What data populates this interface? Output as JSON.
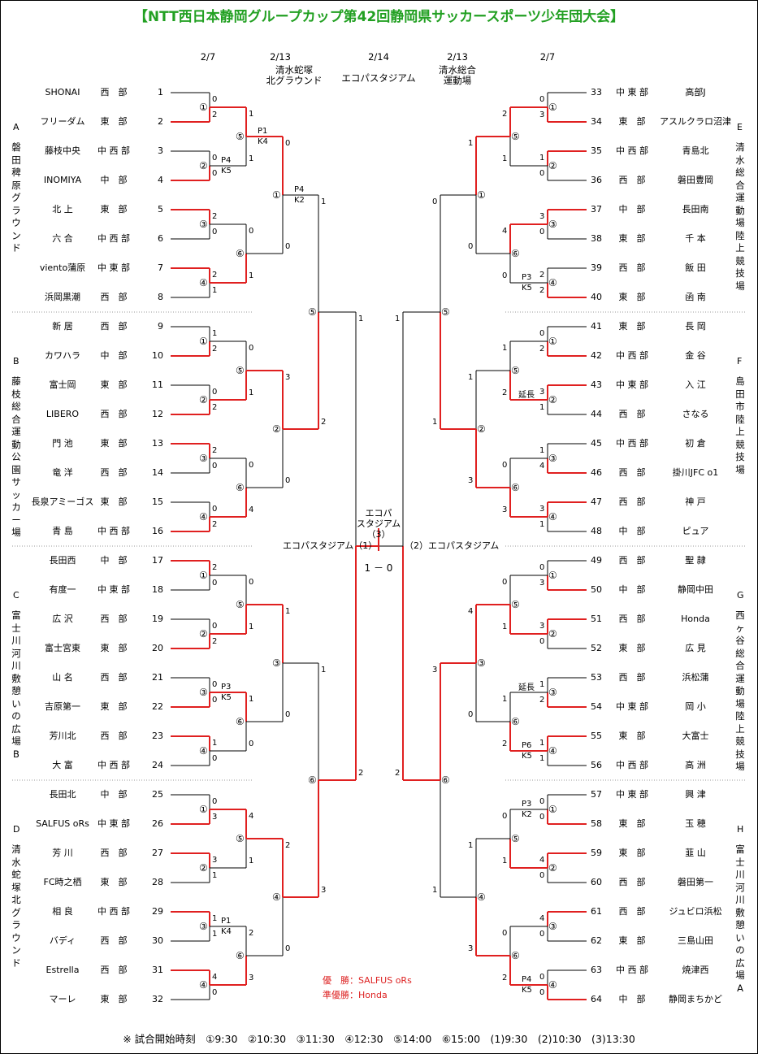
{
  "title": "【NTT西日本静岡グループカップ第42回静岡県サッカースポーツ少年団大会】",
  "headers": {
    "d1l": "2/7",
    "d2l": "2/13",
    "d2l_venue": "清水蛇塚\n北グラウンド",
    "d3": "2/14",
    "d3_venue": "エコパスタジアム",
    "d2r": "2/13",
    "d2r_venue": "清水総合\n運動場",
    "d1r": "2/7"
  },
  "blocks": [
    {
      "letter": "A",
      "venue": "磐田稗原グラウンド"
    },
    {
      "letter": "B",
      "venue": "藤枝総合運動公園サッカー場"
    },
    {
      "letter": "C",
      "venue": "富士川河川敷憩いの広場B"
    },
    {
      "letter": "D",
      "venue": "清水蛇塚北グラウンド"
    },
    {
      "letter": "E",
      "venue": "清水総合運動場陸上競技場"
    },
    {
      "letter": "F",
      "venue": "島田市陸上競技場"
    },
    {
      "letter": "G",
      "venue": "西ヶ谷総合運動場陸上競技場"
    },
    {
      "letter": "H",
      "venue": "富士川河川敷憩いの広場A"
    }
  ],
  "teams": [
    {
      "no": "1",
      "name": "SHONAI",
      "region": "西　部"
    },
    {
      "no": "2",
      "name": "フリーダム",
      "region": "東　部"
    },
    {
      "no": "3",
      "name": "藤枝中央",
      "region": "中 西 部"
    },
    {
      "no": "4",
      "name": "INOMIYA",
      "region": "中　部"
    },
    {
      "no": "5",
      "name": "北 上",
      "region": "東　部"
    },
    {
      "no": "6",
      "name": "六 合",
      "region": "中 西 部"
    },
    {
      "no": "7",
      "name": "viento蒲原",
      "region": "中 東 部"
    },
    {
      "no": "8",
      "name": "浜岡黒潮",
      "region": "西　部"
    },
    {
      "no": "9",
      "name": "新 居",
      "region": "西　部"
    },
    {
      "no": "10",
      "name": "カワハラ",
      "region": "中　部"
    },
    {
      "no": "11",
      "name": "富士岡",
      "region": "東　部"
    },
    {
      "no": "12",
      "name": "LIBERO",
      "region": "西　部"
    },
    {
      "no": "13",
      "name": "門 池",
      "region": "東　部"
    },
    {
      "no": "14",
      "name": "竜 洋",
      "region": "西　部"
    },
    {
      "no": "15",
      "name": "長泉アミーゴス",
      "region": "東　部"
    },
    {
      "no": "16",
      "name": "青 島",
      "region": "中 西 部"
    },
    {
      "no": "17",
      "name": "長田西",
      "region": "中　部"
    },
    {
      "no": "18",
      "name": "有度一",
      "region": "中 東 部"
    },
    {
      "no": "19",
      "name": "広 沢",
      "region": "西　部"
    },
    {
      "no": "20",
      "name": "富士宮東",
      "region": "東　部"
    },
    {
      "no": "21",
      "name": "山 名",
      "region": "西　部"
    },
    {
      "no": "22",
      "name": "吉原第一",
      "region": "東　部"
    },
    {
      "no": "23",
      "name": "芳川北",
      "region": "西　部"
    },
    {
      "no": "24",
      "name": "大 富",
      "region": "中 西 部"
    },
    {
      "no": "25",
      "name": "長田北",
      "region": "中　部"
    },
    {
      "no": "26",
      "name": "SALFUS oRs",
      "region": "中 東 部"
    },
    {
      "no": "27",
      "name": "芳 川",
      "region": "西　部"
    },
    {
      "no": "28",
      "name": "FC時之栖",
      "region": "東　部"
    },
    {
      "no": "29",
      "name": "相 良",
      "region": "中 西 部"
    },
    {
      "no": "30",
      "name": "バディ",
      "region": "西　部"
    },
    {
      "no": "31",
      "name": "Estrella",
      "region": "西　部"
    },
    {
      "no": "32",
      "name": "マーレ",
      "region": "東　部"
    },
    {
      "no": "33",
      "name": "高部J",
      "region": "中 東 部"
    },
    {
      "no": "34",
      "name": "アスルクラロ沼津",
      "region": "東　部"
    },
    {
      "no": "35",
      "name": "青島北",
      "region": "中 西 部"
    },
    {
      "no": "36",
      "name": "磐田豊岡",
      "region": "西　部"
    },
    {
      "no": "37",
      "name": "長田南",
      "region": "中　部"
    },
    {
      "no": "38",
      "name": "千 本",
      "region": "東　部"
    },
    {
      "no": "39",
      "name": "飯 田",
      "region": "西　部"
    },
    {
      "no": "40",
      "name": "函 南",
      "region": "東　部"
    },
    {
      "no": "41",
      "name": "長 岡",
      "region": "東　部"
    },
    {
      "no": "42",
      "name": "金 谷",
      "region": "中 西 部"
    },
    {
      "no": "43",
      "name": "入 江",
      "region": "中 東 部"
    },
    {
      "no": "44",
      "name": "さなる",
      "region": "西　部"
    },
    {
      "no": "45",
      "name": "初 倉",
      "region": "中 西 部"
    },
    {
      "no": "46",
      "name": "掛川JFC o1",
      "region": "西　部"
    },
    {
      "no": "47",
      "name": "神 戸",
      "region": "西　部"
    },
    {
      "no": "48",
      "name": "ピュア",
      "region": "中　部"
    },
    {
      "no": "49",
      "name": "聖 隷",
      "region": "西　部"
    },
    {
      "no": "50",
      "name": "静岡中田",
      "region": "中　部"
    },
    {
      "no": "51",
      "name": "Honda",
      "region": "西　部"
    },
    {
      "no": "52",
      "name": "広 見",
      "region": "東　部"
    },
    {
      "no": "53",
      "name": "浜松蒲",
      "region": "西　部"
    },
    {
      "no": "54",
      "name": "岡 小",
      "region": "中 東 部"
    },
    {
      "no": "55",
      "name": "大富士",
      "region": "東　部"
    },
    {
      "no": "56",
      "name": "高 洲",
      "region": "中 西 部"
    },
    {
      "no": "57",
      "name": "興 津",
      "region": "中 東 部"
    },
    {
      "no": "58",
      "name": "玉 穂",
      "region": "東　部"
    },
    {
      "no": "59",
      "name": "韮 山",
      "region": "東　部"
    },
    {
      "no": "60",
      "name": "磐田第一",
      "region": "西　部"
    },
    {
      "no": "61",
      "name": "ジュビロ浜松",
      "region": "西　部"
    },
    {
      "no": "62",
      "name": "三島山田",
      "region": "東　部"
    },
    {
      "no": "63",
      "name": "焼津西",
      "region": "中 西 部"
    },
    {
      "no": "64",
      "name": "静岡まちかど",
      "region": "中　部"
    }
  ],
  "rounds": {
    "r1": [
      {
        "label": "①",
        "s": [
          "0",
          "2"
        ],
        "w": 1
      },
      {
        "label": "②",
        "s": [
          "0",
          "0"
        ],
        "w": 1,
        "pk": "P4\nK5"
      },
      {
        "label": "③",
        "s": [
          "2",
          "0"
        ],
        "w": 0
      },
      {
        "label": "④",
        "s": [
          "2",
          "1"
        ],
        "w": 0
      },
      {
        "label": "①",
        "s": [
          "1",
          "2"
        ],
        "w": 1
      },
      {
        "label": "②",
        "s": [
          "0",
          "2"
        ],
        "w": 1
      },
      {
        "label": "③",
        "s": [
          "2",
          "0"
        ],
        "w": 0
      },
      {
        "label": "④",
        "s": [
          "0",
          "2"
        ],
        "w": 1
      },
      {
        "label": "①",
        "s": [
          "2",
          "0"
        ],
        "w": 0
      },
      {
        "label": "②",
        "s": [
          "0",
          "2"
        ],
        "w": 1
      },
      {
        "label": "③",
        "s": [
          "0",
          "0"
        ],
        "w": 1,
        "pk": "P3\nK5"
      },
      {
        "label": "④",
        "s": [
          "1",
          "0"
        ],
        "w": 0
      },
      {
        "label": "①",
        "s": [
          "0",
          "3"
        ],
        "w": 1
      },
      {
        "label": "②",
        "s": [
          "3",
          "1"
        ],
        "w": 0
      },
      {
        "label": "③",
        "s": [
          "1",
          "1"
        ],
        "w": 0,
        "pk": "P1\nK4"
      },
      {
        "label": "④",
        "s": [
          "4",
          "0"
        ],
        "w": 0
      },
      {
        "label": "①",
        "s": [
          "0",
          "3"
        ],
        "w": 1
      },
      {
        "label": "②",
        "s": [
          "1",
          "0"
        ],
        "w": 0
      },
      {
        "label": "③",
        "s": [
          "3",
          "0"
        ],
        "w": 0
      },
      {
        "label": "④",
        "s": [
          "2",
          "2"
        ],
        "w": 1,
        "pk": "P3\nK5"
      },
      {
        "label": "①",
        "s": [
          "0",
          "2"
        ],
        "w": 1
      },
      {
        "label": "②",
        "s": [
          "3",
          "1"
        ],
        "w": 0,
        "ex": "延長"
      },
      {
        "label": "③",
        "s": [
          "1",
          "4"
        ],
        "w": 1
      },
      {
        "label": "④",
        "s": [
          "3",
          "1"
        ],
        "w": 0
      },
      {
        "label": "①",
        "s": [
          "0",
          "3"
        ],
        "w": 1
      },
      {
        "label": "②",
        "s": [
          "3",
          "0"
        ],
        "w": 0
      },
      {
        "label": "③",
        "s": [
          "1",
          "2"
        ],
        "w": 1,
        "ex": "延長"
      },
      {
        "label": "④",
        "s": [
          "1",
          "1"
        ],
        "w": 0,
        "pk": "P6\nK5"
      },
      {
        "label": "①",
        "s": [
          "0",
          "0"
        ],
        "w": 1,
        "pk": "P3\nK2"
      },
      {
        "label": "②",
        "s": [
          "4",
          "0"
        ],
        "w": 0
      },
      {
        "label": "③",
        "s": [
          "4",
          "0"
        ],
        "w": 0
      },
      {
        "label": "④",
        "s": [
          "0",
          "0"
        ],
        "w": 1,
        "pk": "P4\nK5"
      }
    ],
    "r2": [
      {
        "label": "⑤",
        "s": [
          "1",
          "1"
        ],
        "w": 0,
        "pk": "P1\nK4"
      },
      {
        "label": "⑥",
        "s": [
          "0",
          "1"
        ],
        "w": 1
      },
      {
        "label": "⑤",
        "s": [
          "0",
          "1"
        ],
        "w": 1
      },
      {
        "label": "⑥",
        "s": [
          "0",
          "4"
        ],
        "w": 1
      },
      {
        "label": "⑤",
        "s": [
          "0",
          "1"
        ],
        "w": 1
      },
      {
        "label": "⑥",
        "s": [
          "1",
          "0"
        ],
        "w": 0
      },
      {
        "label": "⑤",
        "s": [
          "4",
          "1"
        ],
        "w": 0
      },
      {
        "label": "⑥",
        "s": [
          "2",
          "3"
        ],
        "w": 1
      },
      {
        "label": "⑤",
        "s": [
          "2",
          "1"
        ],
        "w": 0
      },
      {
        "label": "⑥",
        "s": [
          "4",
          "0"
        ],
        "w": 0
      },
      {
        "label": "⑤",
        "s": [
          "1",
          "2"
        ],
        "w": 1
      },
      {
        "label": "⑥",
        "s": [
          "0",
          "3"
        ],
        "w": 1
      },
      {
        "label": "⑤",
        "s": [
          "0",
          "1"
        ],
        "w": 1
      },
      {
        "label": "⑥",
        "s": [
          "1",
          "2"
        ],
        "w": 1
      },
      {
        "label": "⑤",
        "s": [
          "0",
          "1"
        ],
        "w": 1
      },
      {
        "label": "⑥",
        "s": [
          "0",
          "2"
        ],
        "w": 1
      }
    ],
    "r3": [
      {
        "label": "①",
        "s": [
          "0",
          "0"
        ],
        "w": 0,
        "pk": "P4\nK2"
      },
      {
        "label": "②",
        "s": [
          "3",
          "0"
        ],
        "w": 0
      },
      {
        "label": "③",
        "s": [
          "1",
          "0"
        ],
        "w": 0
      },
      {
        "label": "④",
        "s": [
          "2",
          "0"
        ],
        "w": 0
      },
      {
        "label": "①",
        "s": [
          "1",
          "0"
        ],
        "w": 0
      },
      {
        "label": "②",
        "s": [
          "1",
          "3"
        ],
        "w": 1
      },
      {
        "label": "③",
        "s": [
          "4",
          "0"
        ],
        "w": 0
      },
      {
        "label": "④",
        "s": [
          "1",
          "3"
        ],
        "w": 1
      }
    ],
    "r4": [
      {
        "label": "⑤",
        "s": [
          "1",
          "2"
        ],
        "w": 1
      },
      {
        "label": "⑥",
        "s": [
          "1",
          "3"
        ],
        "w": 1
      },
      {
        "label": "⑤",
        "s": [
          "0",
          "1"
        ],
        "w": 1
      },
      {
        "label": "⑥",
        "s": [
          "3",
          "1"
        ],
        "w": 0
      }
    ],
    "sf": [
      {
        "s": [
          "1",
          "2"
        ],
        "w": 1
      },
      {
        "s": [
          "1",
          "2"
        ],
        "w": 1
      }
    ]
  },
  "semis": {
    "left": "エコパスタジアム（1）",
    "right": "（2）エコパスタジアム"
  },
  "final": {
    "venue": "エコパ\nスタジアム\n（3）",
    "score": "1 － 0"
  },
  "winners": {
    "champion": "優　勝：SALFUS oRs",
    "runner_up": "準優勝：Honda"
  },
  "schedule": "※ 試合開始時刻　①9:30　②10:30　③11:30　④12:30　⑤14:00　⑥15:00　(1)9:30　(2)10:30　(3)13:30",
  "colors": {
    "win": "#e02020",
    "line": "#000000",
    "title": "#22a022",
    "result": "#dd2222",
    "divider": "#999999"
  }
}
